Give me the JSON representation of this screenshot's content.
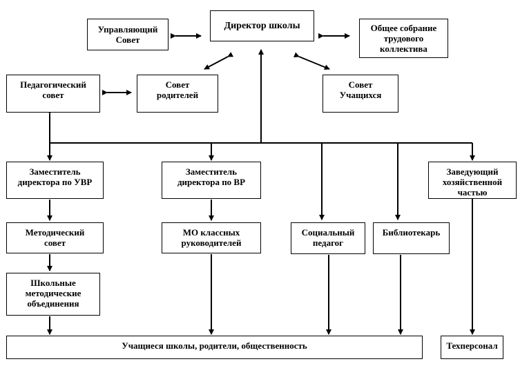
{
  "boxes": {
    "director": "Директор школы",
    "governing_council": "Управляющий\nСовет",
    "general_meeting": "Общее собрание\nтрудового\nколлектива",
    "pedagogical_council": "Педагогический\nсовет",
    "parents_council": "Совет\nродителей",
    "students_council": "Совет\nУчащихся",
    "deputy_uvr": "Заместитель\nдиректора по УВР",
    "deputy_vr": "Заместитель\nдиректора по ВР",
    "head_economic": "Заведующий\nхозяйственной\nчастью",
    "methodical_council": "Методический\nсовет",
    "mo_class_leaders": "МО классных\nруководителей",
    "social_pedagogue": "Социальный\nпедагог",
    "librarian": "Библиотекарь",
    "school_method_assoc": "Школьные\nметодические\nобъединения",
    "students_parents_public": "Учащиеся школы, родители, общественность",
    "tech_staff": "Техперсонал"
  }
}
